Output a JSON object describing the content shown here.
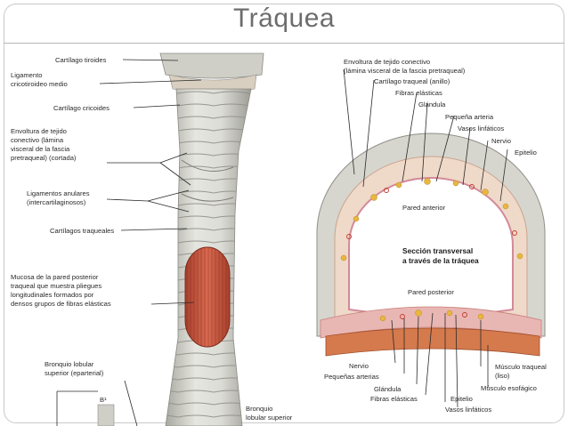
{
  "slide": {
    "title": "Tráquea"
  },
  "left_labels": {
    "thyroid": "Cartílago tiroides",
    "cricothyroid_1": "Ligamento",
    "cricothyroid_2": "cricotiroideo medio",
    "cricoid": "Cartílago cricoides",
    "envelope_1": "Envoltura de tejido",
    "envelope_2": "conectivo (lámina",
    "envelope_3": "visceral de la fascia",
    "envelope_4": "pretraqueal) (cortada)",
    "annular_1": "Ligamentos anulares",
    "annular_2": "(intercartilaginosos)",
    "tracheal_cartilages": "Cartílagos traqueales",
    "mucosa_1": "Mucosa de la pared posterior",
    "mucosa_2": "traqueal que muestra pliegues",
    "mucosa_3": "longitudinales formados por",
    "mucosa_4": "densos grupos de fibras elásticas",
    "bronchus_upper_1": "Bronquio lobular",
    "bronchus_upper_2": "superior (eparterial)",
    "bronchus_lower_1": "Bronquio",
    "bronchus_lower_2": "lobular superior",
    "segment": "B¹"
  },
  "right_labels": {
    "envelope_1": "Envoltura de tejido conectivo",
    "envelope_2": "(lámina visceral de la fascia pretraqueal)",
    "ring": "Cartílago traqueal (anillo)",
    "elastic": "Fibras elásticas",
    "gland": "Glándula",
    "artery": "Pequeña arteria",
    "lymph": "Vasos linfáticos",
    "nerve": "Nervio",
    "epithelium": "Epitelio",
    "anterior_wall": "Pared anterior",
    "section_1": "Sección transversal",
    "section_2": "a través de la tráquea",
    "posterior_wall": "Pared posterior",
    "b_nerve": "Nervio",
    "b_arteries": "Pequeñas arterias",
    "b_gland": "Glándula",
    "b_elastic": "Fibras elásticas",
    "b_epithelium": "Epitelio",
    "b_lymph": "Vasos linfáticos",
    "b_muscle_1": "Músculo traqueal",
    "b_muscle_2": "(liso)",
    "b_esophageal": "Músculo esofágico"
  },
  "colors": {
    "cartilage": "#dcdcd6",
    "cartilage_shade": "#a9a9a2",
    "muscle": "#c8553d",
    "mucosa": "#e7c3b8",
    "lumen": "#ffffff"
  }
}
